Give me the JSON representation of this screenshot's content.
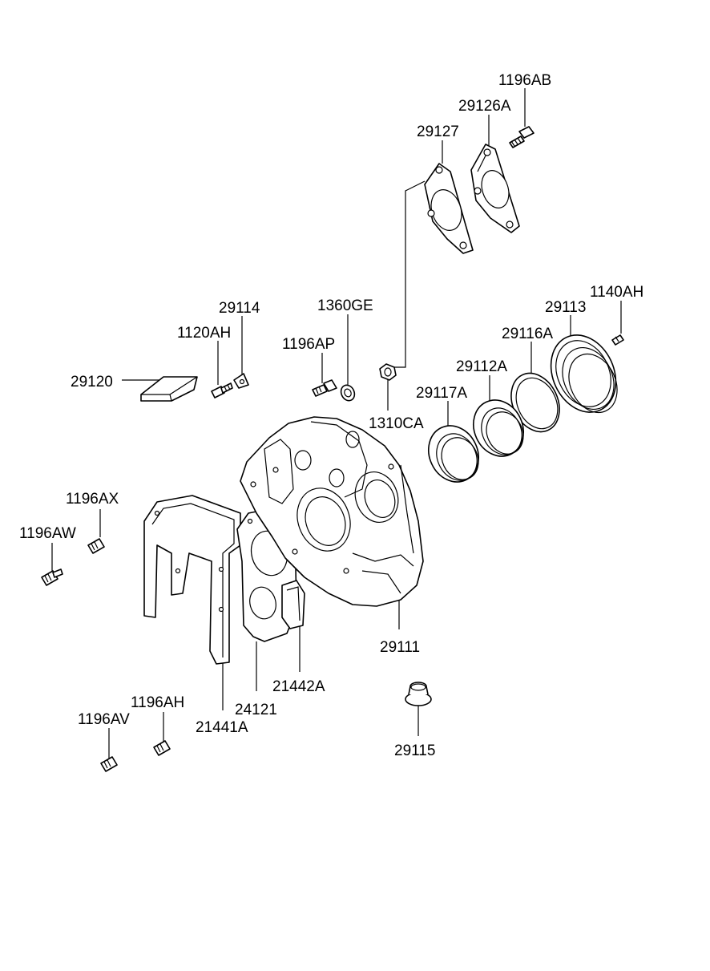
{
  "parts": {
    "p1196AB": "1196AB",
    "p29126A": "29126A",
    "p29127": "29127",
    "p1140AH": "1140AH",
    "p29113": "29113",
    "p29116A": "29116A",
    "p29112A": "29112A",
    "p29117A": "29117A",
    "p1360GE": "1360GE",
    "p1196AP": "1196AP",
    "p1310CA": "1310CA",
    "p29114": "29114",
    "p1120AH": "1120AH",
    "p29120": "29120",
    "p1196AX": "1196AX",
    "p1196AW": "1196AW",
    "p29111": "29111",
    "p21442A": "21442A",
    "p24121": "24121",
    "p21441A": "21441A",
    "p1196AH": "1196AH",
    "p1196AV": "1196AV",
    "p29115": "29115"
  }
}
